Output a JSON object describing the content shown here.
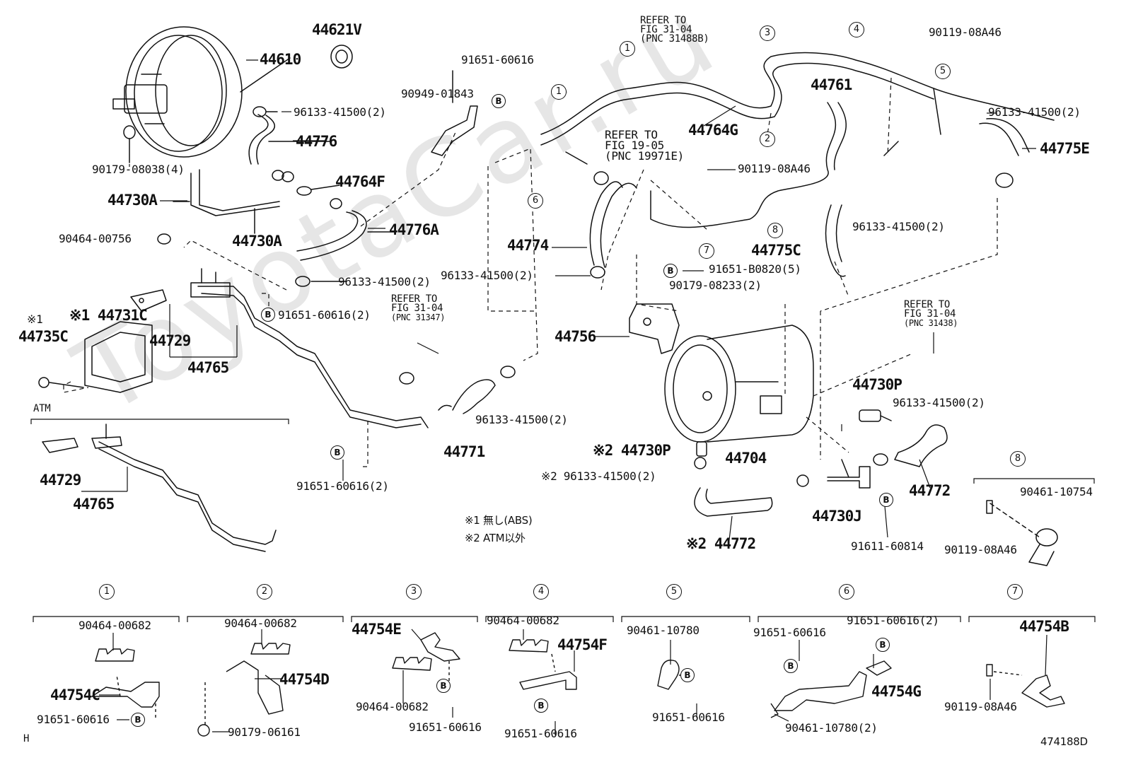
{
  "watermark": "ToyotaCar.ru",
  "diagram_id": "474188D",
  "corner_mark": "H",
  "section_atm": "ATM",
  "notes": {
    "note1": "※1 無し(ABS)",
    "note2": "※2 ATM以外"
  },
  "refer_31488": {
    "line1": "REFER TO",
    "line2": "FIG 31-04",
    "line3": "(PNC 31488B)"
  },
  "refer_19971": {
    "line1": "REFER TO",
    "line2": "FIG 19-05",
    "line3": "(PNC 19971E)"
  },
  "refer_31347": {
    "line1": "REFER TO",
    "line2": "FIG 31-04",
    "line3": "(PNC 31347)"
  },
  "refer_31438": {
    "line1": "REFER TO",
    "line2": "FIG 31-04",
    "line3": "(PNC 31438)"
  },
  "parts_main": [
    "44621V",
    "44610",
    "96133-41500(2)",
    "44776",
    "90179-08038(4)",
    "44764F",
    "44730A",
    "44730A",
    "44776A",
    "90464-00756",
    "96133-41500(2)",
    "91651-60616",
    "90949-01843",
    "44764G",
    "44761",
    "90119-08A46",
    "96133-41500(2)",
    "44775E",
    "90119-08A46",
    "96133-41500(2)",
    "44775C",
    "44774",
    "96133-41500(2)",
    "91651-B0820(5)",
    "90179-08233(2)",
    "44756",
    "※1",
    "※1 44731C",
    "44735C",
    "44729",
    "44765",
    "91651-60616(2)",
    "44704",
    "44730P",
    "96133-41500(2)",
    "※2 44730P",
    "※2 96133-41500(2)",
    "44772",
    "44730J",
    "91611-60814",
    "※2 44772",
    "96133-41500(2)",
    "44771",
    "91651-60616(2)",
    "44729",
    "44765",
    "90461-10754",
    "90119-08A46"
  ],
  "callouts": [
    "1",
    "2",
    "3",
    "4",
    "5",
    "6",
    "7",
    "8"
  ],
  "detail_panels": [
    {
      "num": "1",
      "parts": [
        "90464-00682",
        "44754C",
        "91651-60616"
      ]
    },
    {
      "num": "2",
      "parts": [
        "90464-00682",
        "44754D",
        "90179-06161"
      ]
    },
    {
      "num": "3",
      "parts": [
        "44754E",
        "90464-00682",
        "91651-60616"
      ]
    },
    {
      "num": "4",
      "parts": [
        "90464-00682",
        "44754F",
        "91651-60616"
      ]
    },
    {
      "num": "5",
      "parts": [
        "90461-10780",
        "91651-60616"
      ]
    },
    {
      "num": "6",
      "parts": [
        "91651-60616",
        "91651-60616(2)",
        "44754G",
        "90461-10780(2)"
      ]
    },
    {
      "num": "7",
      "parts": [
        "44754B",
        "90119-08A46"
      ]
    }
  ],
  "bolt_mark": "B"
}
